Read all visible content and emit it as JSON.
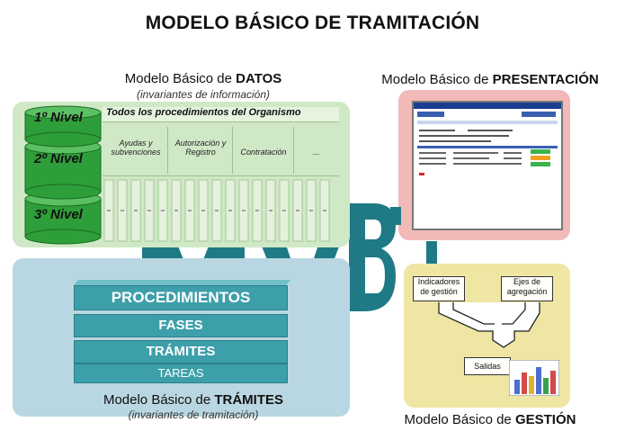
{
  "title": "MODELO BÁSICO DE TRAMITACIÓN",
  "datos": {
    "title_prefix": "Modelo Básico de ",
    "title_bold": "DATOS",
    "subtitle": "(invariantes de información)",
    "levels": [
      "1º Nivel",
      "2º Nivel",
      "3º Nivel"
    ],
    "header": "Todos los procedimientos del Organismo",
    "categories": [
      "Ayudas y subvenciones",
      "Autorización y Registro",
      "Contratación",
      "..."
    ]
  },
  "presentacion": {
    "title_prefix": "Modelo Básico de ",
    "title_bold": "PRESENTACIÓN"
  },
  "tramites": {
    "layers": [
      "PROCEDIMIENTOS",
      "FASES",
      "TRÁMITES",
      "TAREAS"
    ],
    "title_prefix": "Modelo Básico de ",
    "title_bold": "TRÁMITES",
    "subtitle": "(invariantes de tramitación)"
  },
  "gestion": {
    "box_indicadores": "Indicadores de gestión",
    "box_ejes": "Ejes de agregación",
    "box_salidas": "Salidas",
    "title_prefix": "Modelo Básico de ",
    "title_bold": "GESTIÓN"
  },
  "colors": {
    "datos_panel": "#cfe8c6",
    "cylinder": "#2e9e3a",
    "presentacion_panel": "#f2b9b9",
    "tramites_panel": "#b9d7e2",
    "slab": "#3d9fa9",
    "gestion_panel": "#efe6a3",
    "logo": "#1f7a86"
  }
}
